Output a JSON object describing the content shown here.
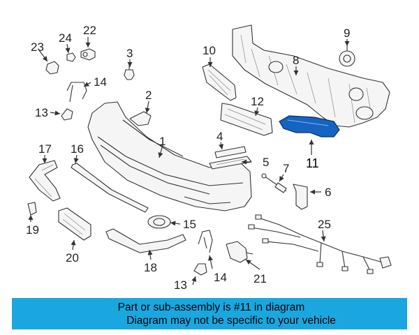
{
  "diagram": {
    "callouts": {
      "n1": "1",
      "n2": "2",
      "n3": "3",
      "n4": "4",
      "n5": "5",
      "n6": "6",
      "n7": "7",
      "n8": "8",
      "n9": "9",
      "n10": "10",
      "n11": "11",
      "n12": "12",
      "n13a": "13",
      "n13b": "13",
      "n14a": "14",
      "n14b": "14",
      "n15": "15",
      "n16": "16",
      "n17": "17",
      "n18": "18",
      "n19": "19",
      "n20": "20",
      "n21": "21",
      "n22": "22",
      "n23": "23",
      "n24": "24",
      "n25": "25"
    },
    "highlight_color": "#1565c0"
  },
  "caption": {
    "line1": "Part or sub-assembly is #11 in diagram",
    "line2": "Diagram may not be specific to your vehicle",
    "background": "#1aa7e0"
  }
}
